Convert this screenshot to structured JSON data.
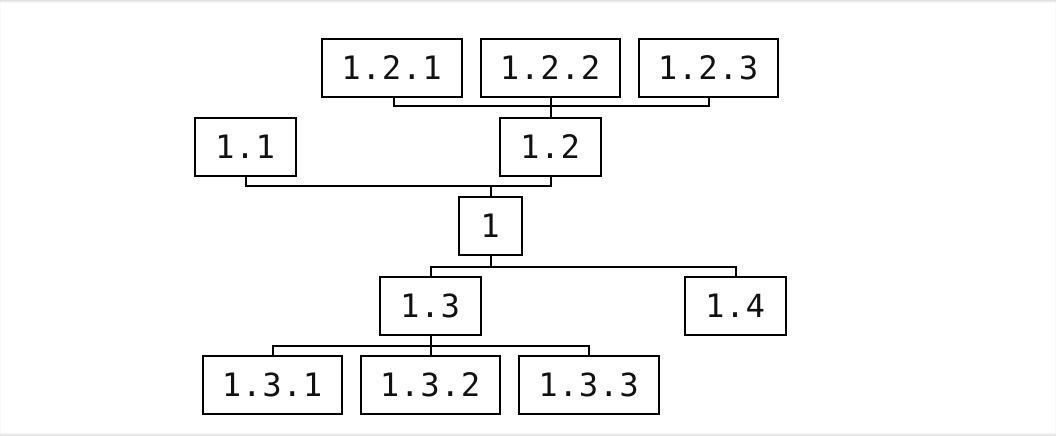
{
  "nodes": {
    "n1": "1",
    "n1_1": "1.1",
    "n1_2": "1.2",
    "n1_2_1": "1.2.1",
    "n1_2_2": "1.2.2",
    "n1_2_3": "1.2.3",
    "n1_3": "1.3",
    "n1_3_1": "1.3.1",
    "n1_3_2": "1.3.2",
    "n1_3_3": "1.3.3",
    "n1_4": "1.4"
  },
  "edges": [
    [
      "1",
      "1.1"
    ],
    [
      "1",
      "1.2"
    ],
    [
      "1",
      "1.3"
    ],
    [
      "1",
      "1.4"
    ],
    [
      "1.2",
      "1.2.1"
    ],
    [
      "1.2",
      "1.2.2"
    ],
    [
      "1.2",
      "1.2.3"
    ],
    [
      "1.3",
      "1.3.1"
    ],
    [
      "1.3",
      "1.3.2"
    ],
    [
      "1.3",
      "1.3.3"
    ]
  ]
}
